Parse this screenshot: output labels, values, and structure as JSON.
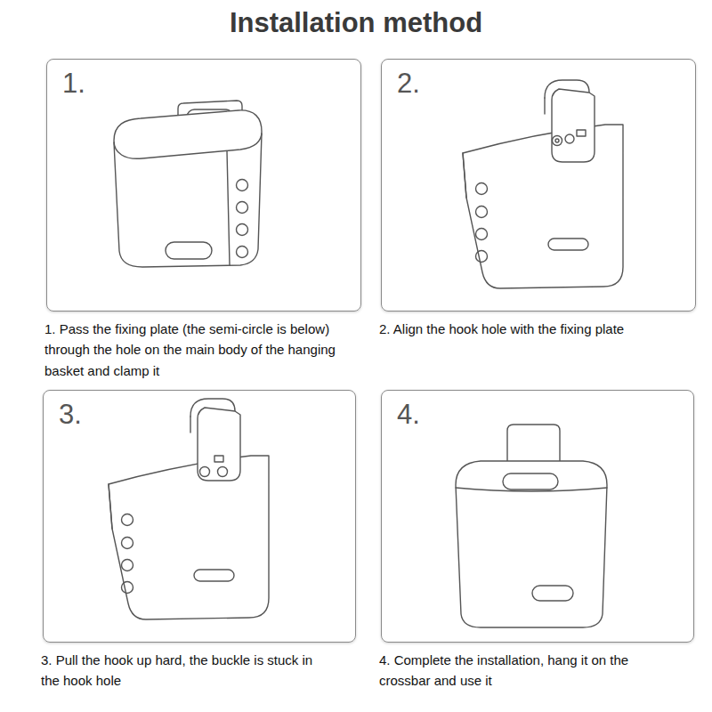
{
  "diagram": {
    "title": "Installation method",
    "nodes": [
      {
        "text": [
          "1.",
          "1. Pass the fixing plate (the semi-circle is below) through the hole on the main body of the hanging basket and clamp it"
        ]
      },
      {
        "text": [
          "2.",
          "2. Align the hook hole with the fixing plate"
        ]
      },
      {
        "text": [
          "3.",
          "3. Pull the hook up hard, the buckle is stuck in the hook hole"
        ]
      },
      {
        "text": [
          "4.",
          "4. Complete the installation, hang it on the crossbar and use it"
        ]
      }
    ]
  }
}
